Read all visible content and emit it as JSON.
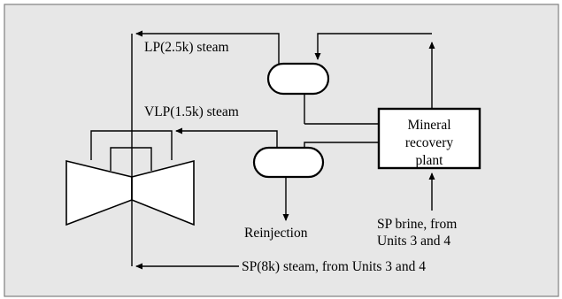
{
  "labels": {
    "lp_steam": "LP(2.5k) steam",
    "vlp_steam": "VLP(1.5k) steam",
    "mineral_line1": "Mineral",
    "mineral_line2": "recovery",
    "mineral_line3": "plant",
    "reinjection": "Reinjection",
    "brine_line1": "SP brine, from",
    "brine_line2": "Units 3 and 4",
    "sp_steam": "SP(8k) steam, from Units 3 and 4"
  },
  "colors": {
    "background": "#e7e7e7",
    "frame": "#808080",
    "ink": "#000000"
  }
}
